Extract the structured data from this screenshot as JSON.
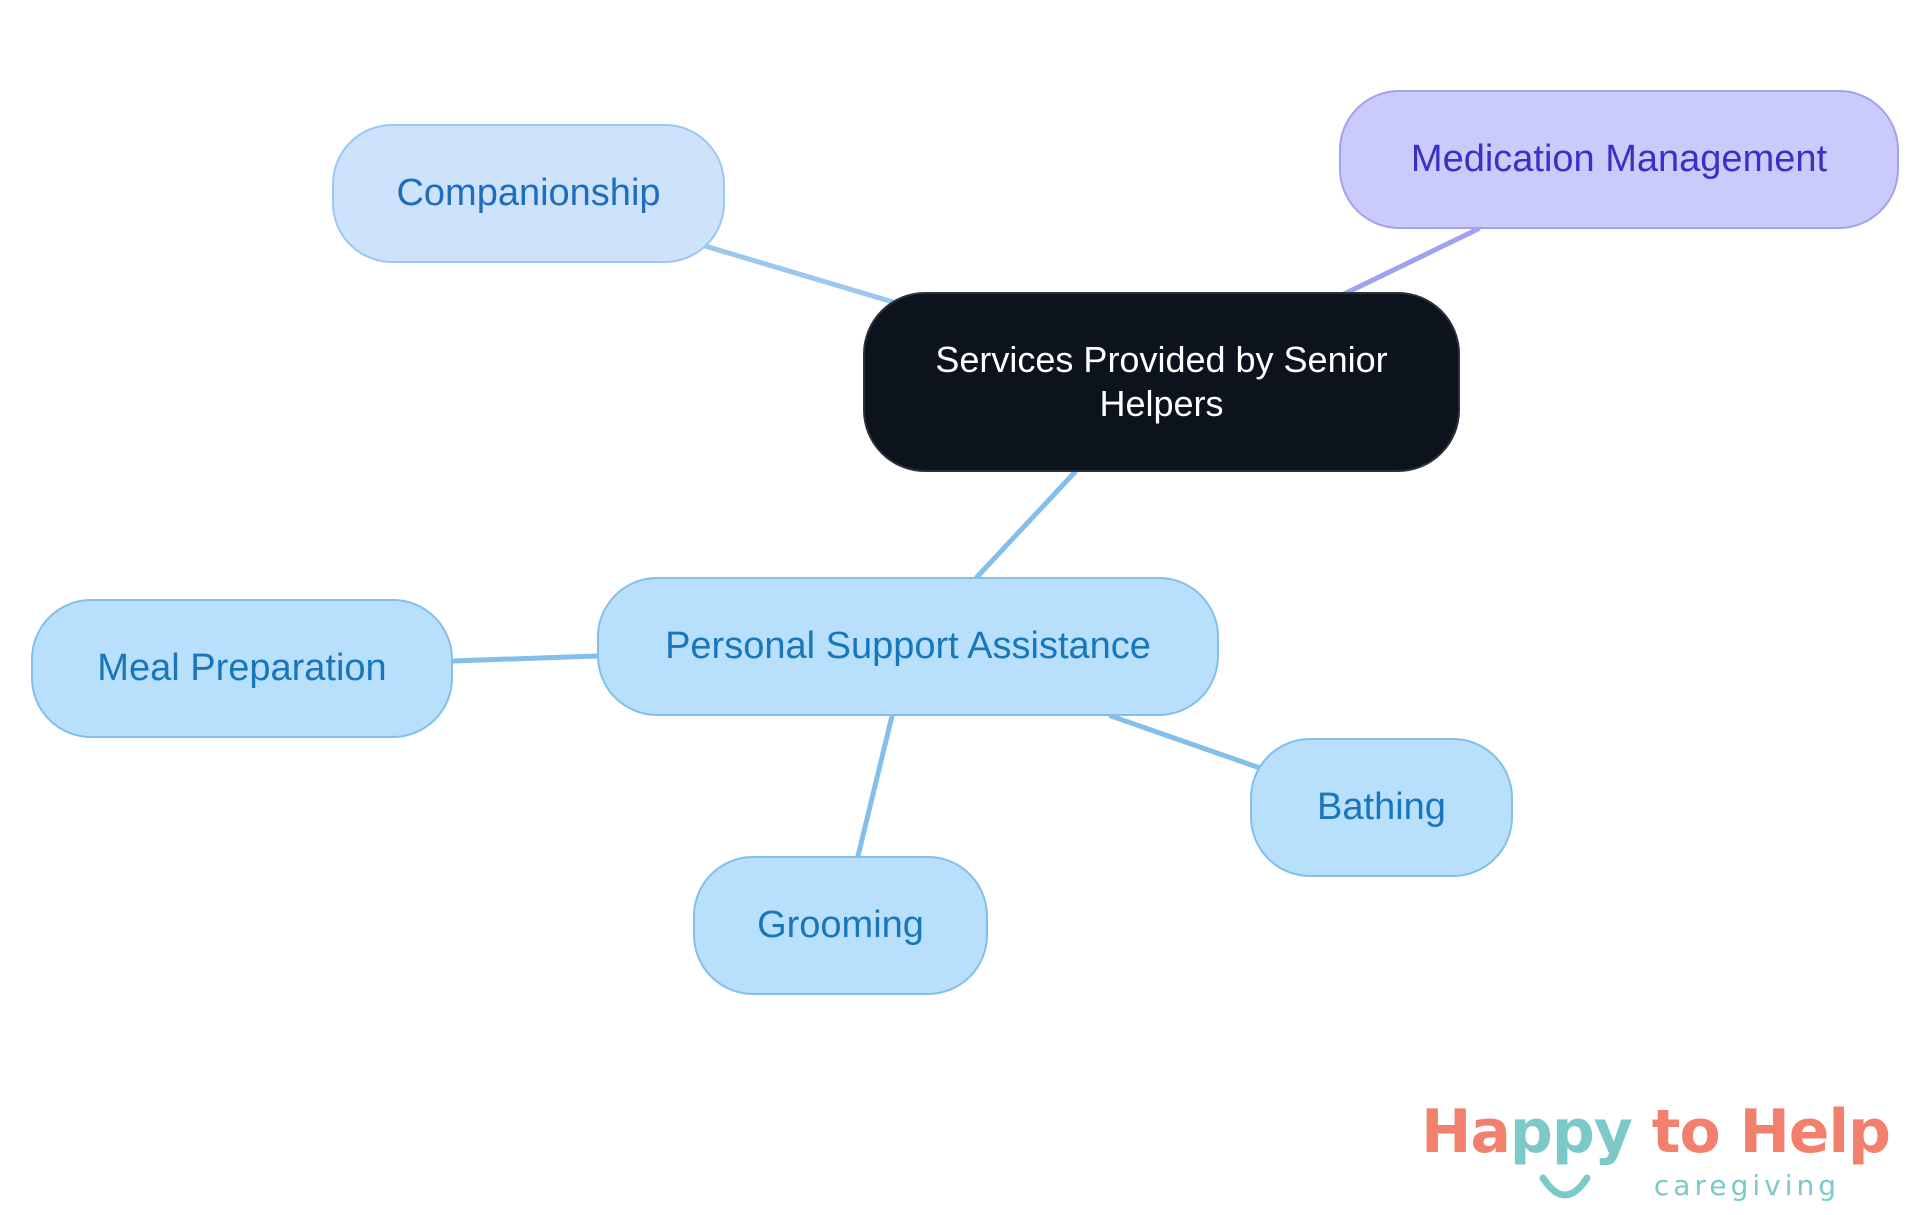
{
  "diagram": {
    "root": {
      "label": "Services Provided by Senior Helpers"
    },
    "nodes": {
      "companionship": {
        "label": "Companionship",
        "parent": "root"
      },
      "medication": {
        "label": "Medication Management",
        "parent": "root"
      },
      "personal": {
        "label": "Personal Support Assistance",
        "parent": "root"
      },
      "meal": {
        "label": "Meal Preparation",
        "parent": "personal"
      },
      "bathing": {
        "label": "Bathing",
        "parent": "personal"
      },
      "grooming": {
        "label": "Grooming",
        "parent": "personal"
      }
    },
    "colors": {
      "root_fill": "#0d131c",
      "companionship_edge": "#9bc7f0",
      "medication_edge": "#a2a2ec",
      "personal_edge": "#83bfea"
    }
  },
  "logo": {
    "title_part1": "Ha",
    "title_part2": "ppy",
    "title_part3": " to Help",
    "subtitle": "caregiving",
    "colors": {
      "coral": "#f2806c",
      "teal": "#7dc9c9"
    }
  }
}
